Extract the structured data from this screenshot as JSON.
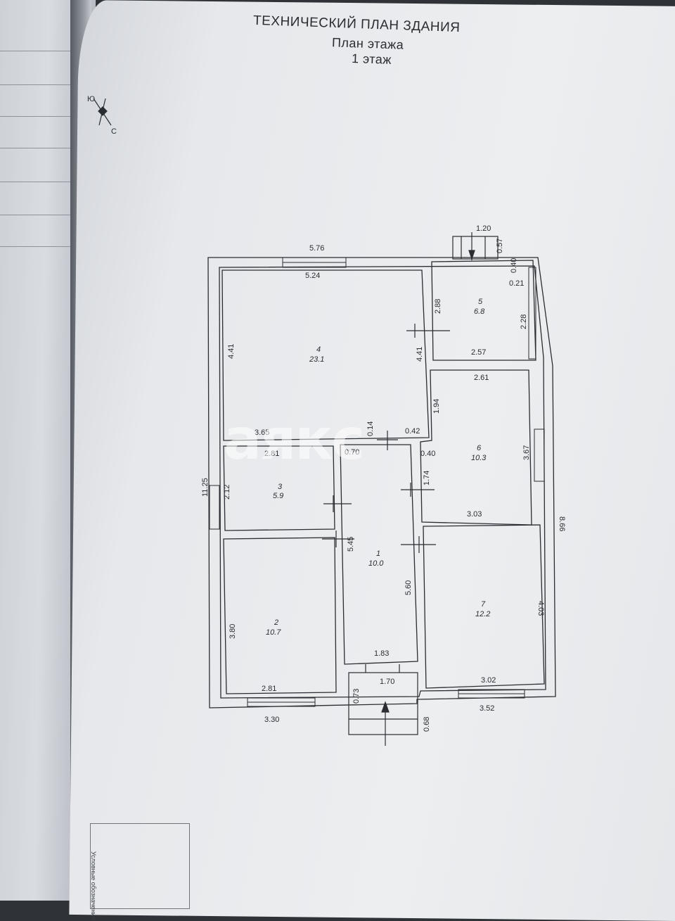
{
  "document": {
    "title": "ТЕХНИЧЕСКИЙ ПЛАН ЗДАНИЯ",
    "subtitle": "План этажа",
    "floor": "1 этаж",
    "compass": {
      "north": "Ю",
      "south": "С"
    },
    "watermark": "аякс",
    "legend_label": "Условные обозначения"
  },
  "rooms": [
    {
      "number": "1",
      "area": "10.0"
    },
    {
      "number": "2",
      "area": "10.7"
    },
    {
      "number": "3",
      "area": "5.9"
    },
    {
      "number": "4",
      "area": "23.1"
    },
    {
      "number": "5",
      "area": "6.8"
    },
    {
      "number": "6",
      "area": "10.3"
    },
    {
      "number": "7",
      "area": "12.2"
    }
  ],
  "dimensions": {
    "outer_top": "5.76",
    "outer_left": "11.25",
    "outer_right": "8.66",
    "outer_bottom_left": "3.30",
    "outer_bottom_right": "3.52",
    "porch_top_width": "1.20",
    "porch_top_depth": "0.57",
    "r4_top": "5.24",
    "r4_left": "4.41",
    "r4_right": "4.41",
    "r4_bottom": "3.65",
    "r4_corner": "0.42",
    "r4_corner_v": "0.14",
    "r5_top_v": "0.40",
    "r5_top_h": "0.21",
    "r5_left": "2.88",
    "r5_right": "2.28",
    "r5_bottom": "2.57",
    "r6_top": "2.61",
    "r6_left": "1.94",
    "r6_right": "3.67",
    "r6_bottom": "3.03",
    "r6_step_h": "0.40",
    "r6_step_v": "1.74",
    "r3_top": "2.81",
    "r3_left": "2.12",
    "r1_top": "0.70",
    "r1_left": "5.45",
    "r1_right": "5.60",
    "r1_bottom": "1.83",
    "r2_left": "3.80",
    "r2_bottom": "2.81",
    "r7_right": "4.03",
    "r7_bottom": "3.02",
    "porch_bottom_width": "1.70",
    "porch_bottom_left": "0.73",
    "porch_bottom_right": "0.68"
  }
}
